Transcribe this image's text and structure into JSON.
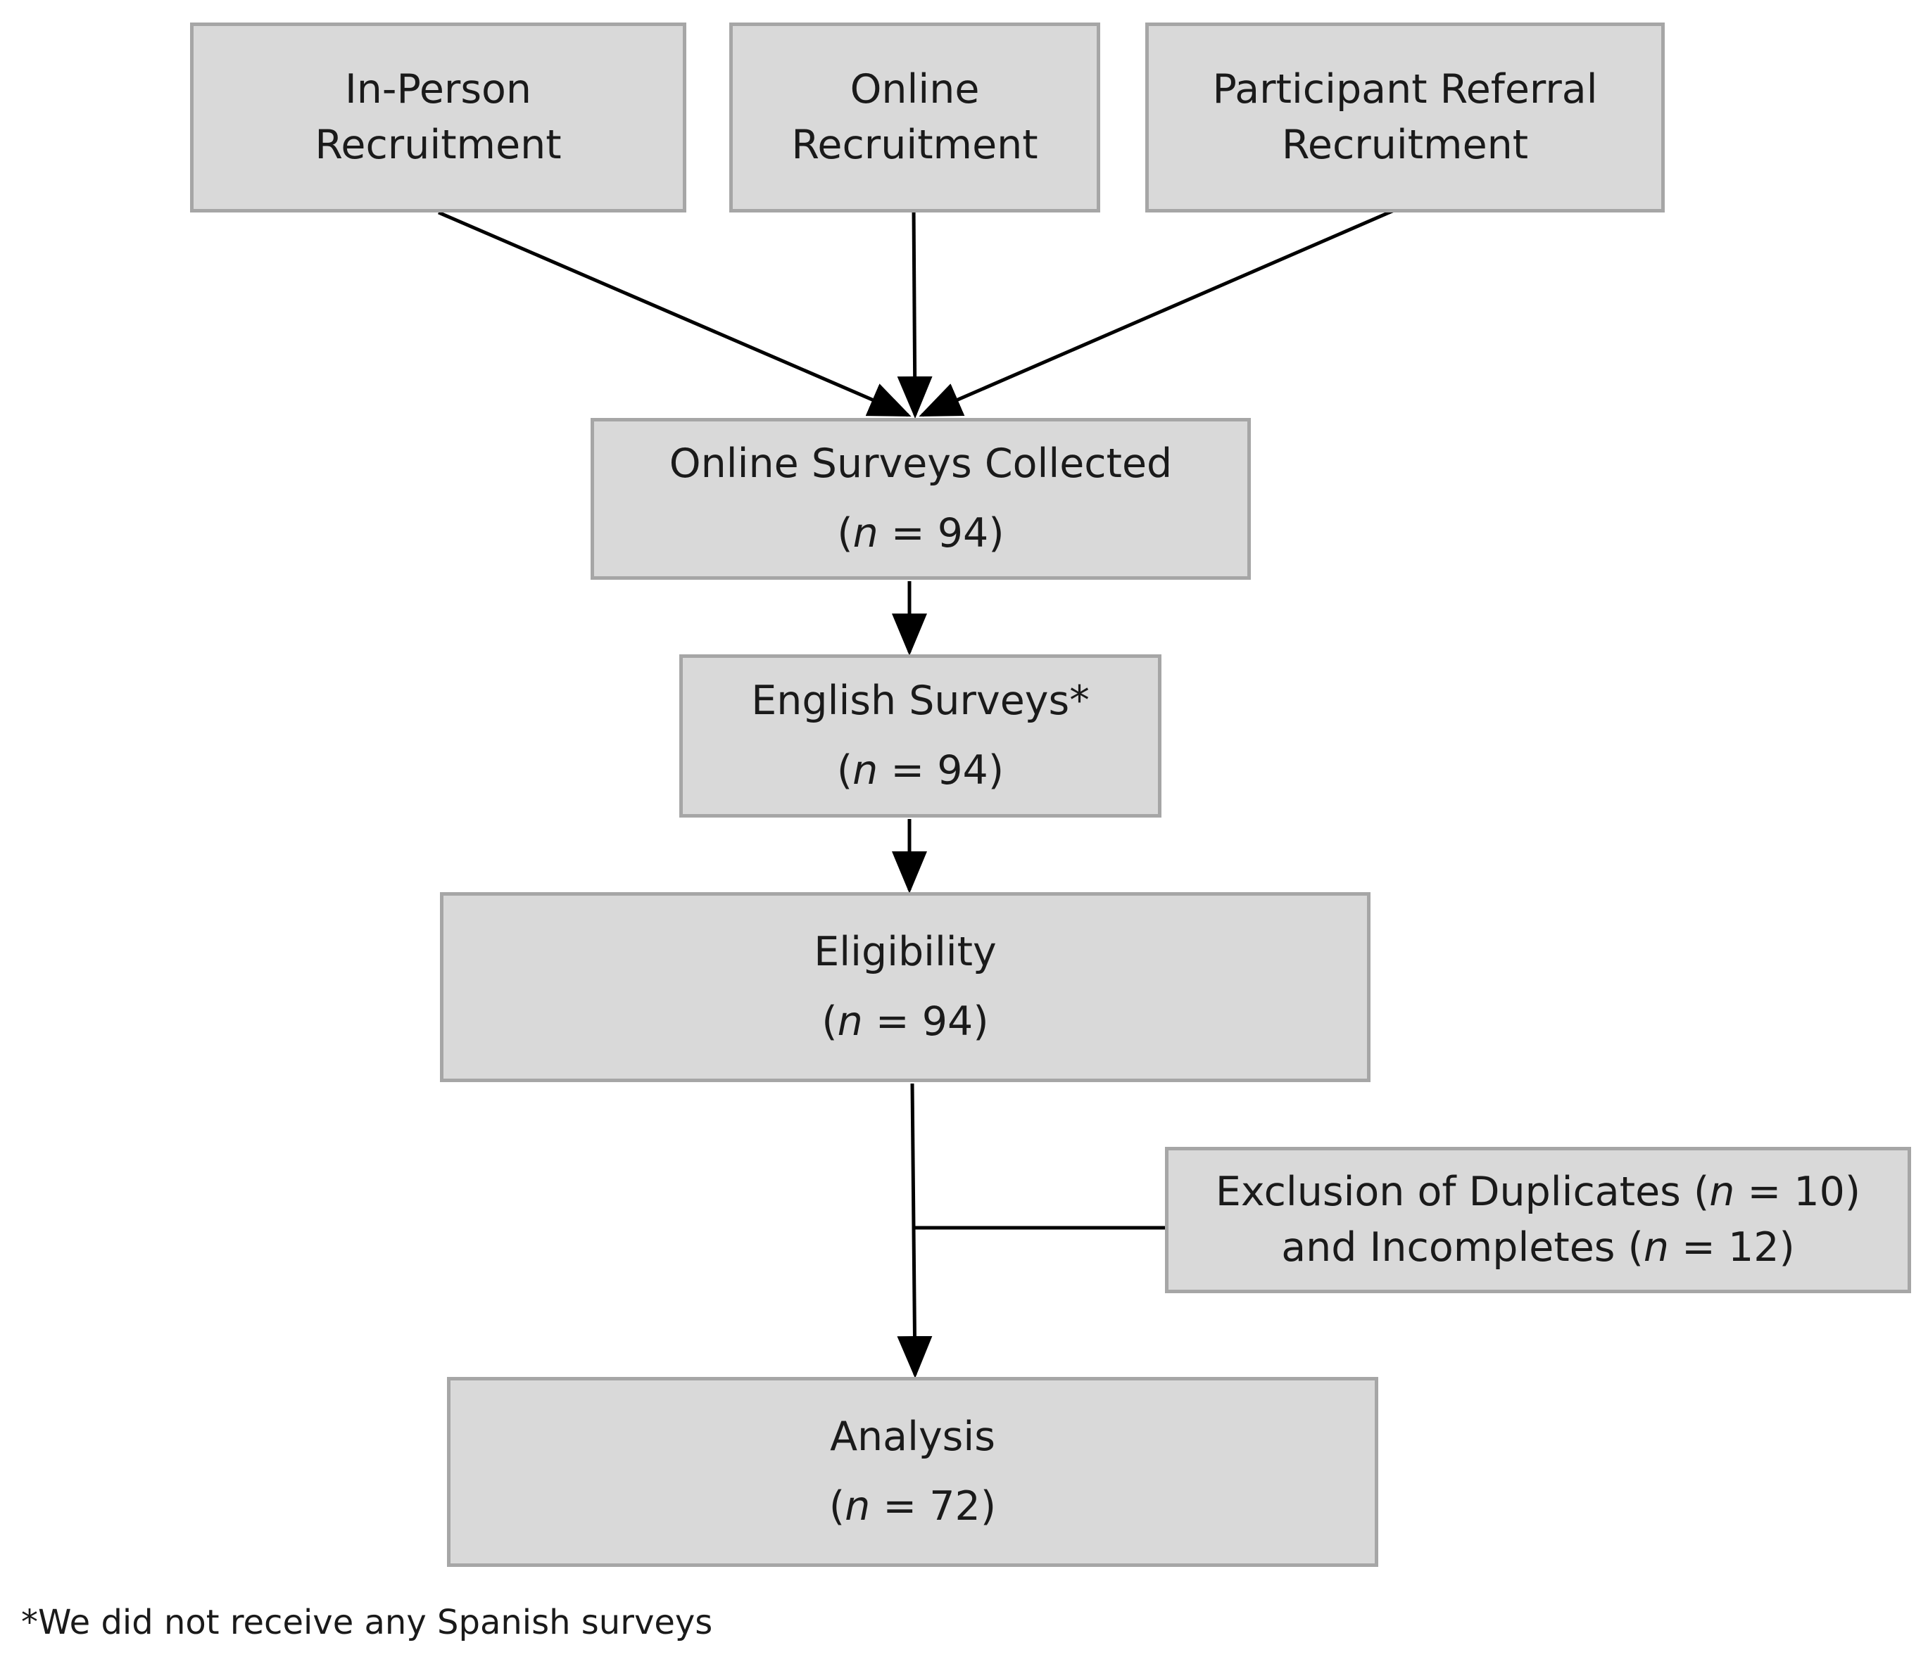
{
  "recruitment": {
    "in_person": {
      "line1": "In-Person",
      "line2": "Recruitment"
    },
    "online": {
      "line1": "Online",
      "line2": "Recruitment"
    },
    "referral": {
      "line1": "Participant Referral",
      "line2": "Recruitment"
    }
  },
  "collected": {
    "title": "Online Surveys Collected",
    "n": "94"
  },
  "english": {
    "title": "English Surveys*",
    "n": "94"
  },
  "eligibility": {
    "title": "Eligibility",
    "n": "94"
  },
  "exclusion": {
    "line1_prefix": "Exclusion of Duplicates",
    "duplicates_n": "10",
    "line2_prefix": "and Incompletes",
    "incompletes_n": "12"
  },
  "analysis": {
    "title": "Analysis",
    "n": "72"
  },
  "labels": {
    "open_paren": "(",
    "n_symbol": "n",
    "equals": " = ",
    "close_paren": ")"
  },
  "footnote": "*We did not receive any Spanish surveys",
  "colors": {
    "box_fill": "#d9d9d9",
    "box_border": "#a6a6a6",
    "arrow": "#000000"
  }
}
